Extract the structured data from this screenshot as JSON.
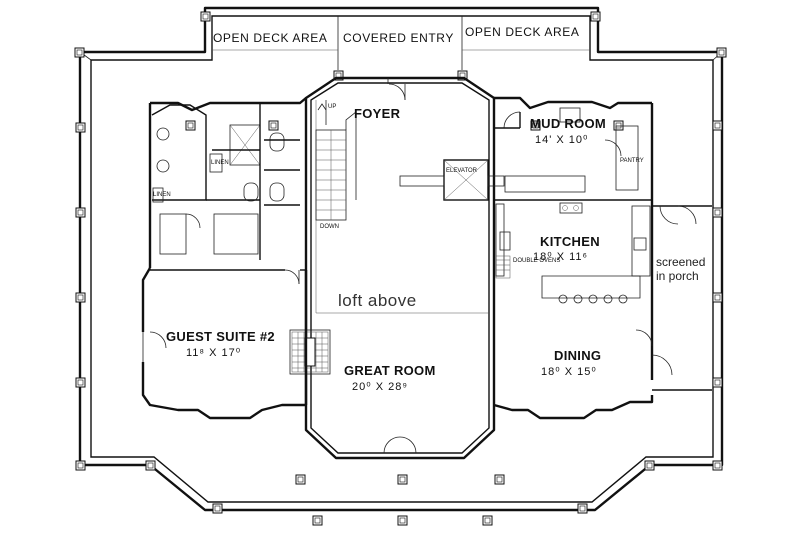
{
  "labels": {
    "open_deck_left": "OPEN DECK AREA",
    "covered_entry": "COVERED ENTRY",
    "open_deck_right": "OPEN DECK AREA",
    "foyer": "FOYER",
    "up": "UP",
    "down": "DOWN",
    "mud_room": "MUD ROOM",
    "mud_room_dim": "14' X 10⁰",
    "elevator": "ELEVATOR",
    "linen_1": "LINEN",
    "linen_2": "LINEN",
    "pantry": "PANTRY",
    "kitchen": "KITCHEN",
    "kitchen_dim": "18⁰ X 11⁶",
    "double_ovens": "DOUBLE OVENS",
    "screened_1": "screened",
    "screened_2": "in porch",
    "loft_above": "loft above",
    "guest_suite": "GUEST SUITE #2",
    "guest_suite_dim": "11⁸ X 17⁰",
    "great_room": "GREAT ROOM",
    "great_room_dim": "20⁰ X 28⁹",
    "dining": "DINING",
    "dining_dim": "18⁰ X 15⁰"
  }
}
